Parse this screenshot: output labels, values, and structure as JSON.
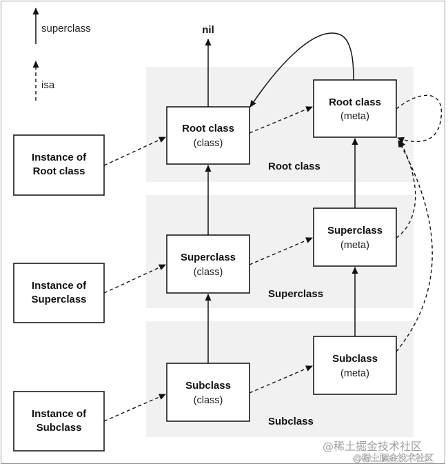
{
  "legend": {
    "superclass_label": "superclass",
    "isa_label": "isa"
  },
  "nil_label": "nil",
  "bands": {
    "root": "Root class",
    "superclass": "Superclass",
    "subclass": "Subclass"
  },
  "instances": {
    "root": [
      "Instance of",
      "Root class"
    ],
    "superclass": [
      "Instance of",
      "Superclass"
    ],
    "subclass": [
      "Instance of",
      "Subclass"
    ]
  },
  "classes": {
    "root": {
      "name": "Root class",
      "kind": "(class)"
    },
    "superclass": {
      "name": "Superclass",
      "kind": "(class)"
    },
    "subclass": {
      "name": "Subclass",
      "kind": "(class)"
    }
  },
  "metas": {
    "root": {
      "name": "Root class",
      "kind": "(meta)"
    },
    "superclass": {
      "name": "Superclass",
      "kind": "(meta)"
    },
    "subclass": {
      "name": "Subclass",
      "kind": "(meta)"
    }
  },
  "watermark": {
    "line1": "@稀土掘金技术社区",
    "line2": "@稀土掘金技术社区"
  }
}
